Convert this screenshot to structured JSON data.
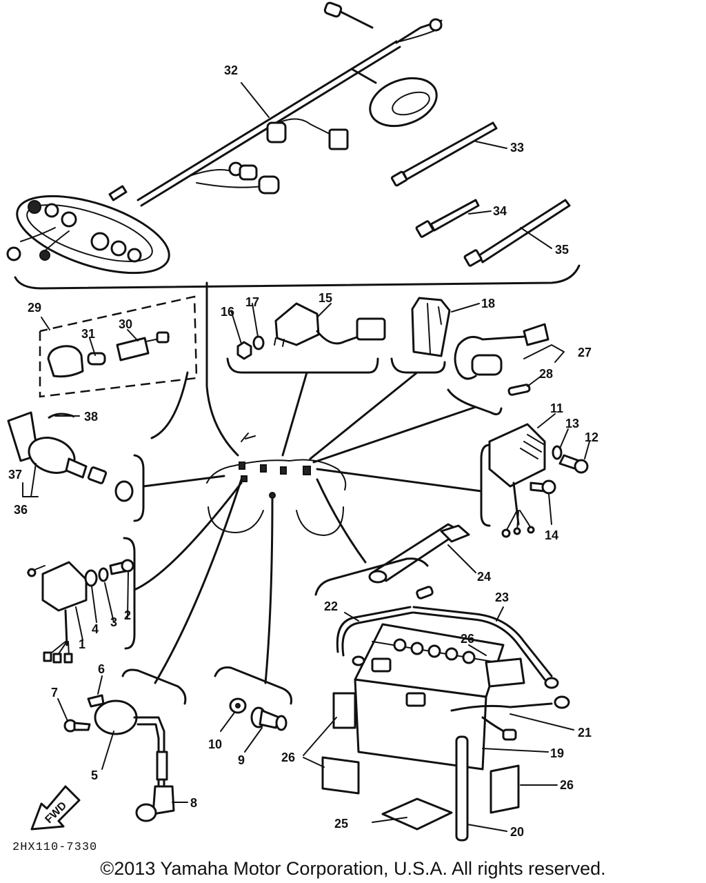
{
  "diagram": {
    "part_numbers": [
      "1",
      "2",
      "3",
      "4",
      "5",
      "6",
      "7",
      "8",
      "9",
      "10",
      "11",
      "12",
      "13",
      "14",
      "15",
      "16",
      "17",
      "18",
      "19",
      "20",
      "21",
      "22",
      "23",
      "24",
      "25",
      "26",
      "27",
      "28",
      "29",
      "30",
      "31",
      "32",
      "33",
      "34",
      "35",
      "36",
      "37",
      "38"
    ],
    "drawing_code": "2HX110-7330",
    "direction_marker": "FWD"
  },
  "footer": {
    "copyright": "©2013 Yamaha Motor Corporation, U.S.A. All rights reserved."
  }
}
